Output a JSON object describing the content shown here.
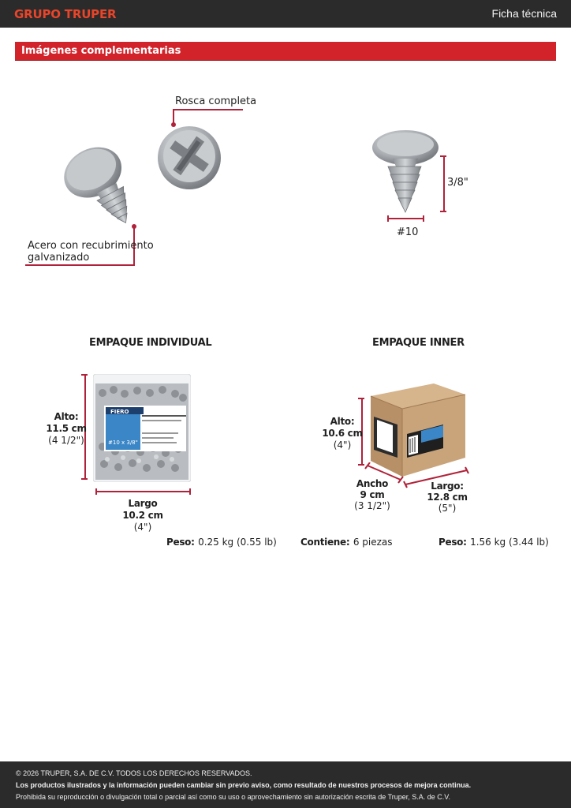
{
  "header": {
    "brand": "GRUPO TRUPER",
    "doc_type": "Ficha técnica"
  },
  "section": {
    "title": "Imágenes complementarias"
  },
  "callouts": {
    "thread": "Rosca completa",
    "material_line1": "Acero con recubrimiento",
    "material_line2": "galvanizado",
    "length": "3/8\"",
    "gauge": "#10"
  },
  "individual": {
    "title": "EMPAQUE INDIVIDUAL",
    "alto_label": "Alto:",
    "alto_cm": "11.5 cm",
    "alto_in": "(4 1/2\")",
    "largo_label": "Largo",
    "largo_cm": "10.2 cm",
    "largo_in": "(4\")",
    "peso_label": "Peso:",
    "peso_value": "0.25 kg (0.55 lb)",
    "bag_brand": "FIERO",
    "bag_size": "#10 x 3/8\""
  },
  "inner": {
    "title": "EMPAQUE INNER",
    "alto_label": "Alto:",
    "alto_cm": "10.6 cm",
    "alto_in": "(4\")",
    "ancho_label": "Ancho",
    "ancho_cm": "9 cm",
    "ancho_in": "(3 1/2\")",
    "largo_label": "Largo:",
    "largo_cm": "12.8 cm",
    "largo_in": "(5\")",
    "contiene_label": "Contiene:",
    "contiene_value": "6 piezas",
    "peso_label": "Peso:",
    "peso_value": "1.56 kg (3.44 lb)"
  },
  "footer": {
    "copyright": "© 2026 TRUPER, S.A. DE C.V. TODOS LOS DERECHOS RESERVADOS.",
    "notice": "Los productos ilustrados y la información pueden cambiar sin previo aviso, como resultado de nuestros procesos de mejora continua.",
    "prohibition": "Prohibida su reproducción o divulgación total o parcial así como su uso o aprovechamiento sin autorización escrita de Truper, S.A. de C.V."
  },
  "colors": {
    "brand_orange": "#e8452a",
    "section_red": "#d2232a",
    "dimension_line": "#b0223a",
    "bars": "#2b2b2b"
  }
}
